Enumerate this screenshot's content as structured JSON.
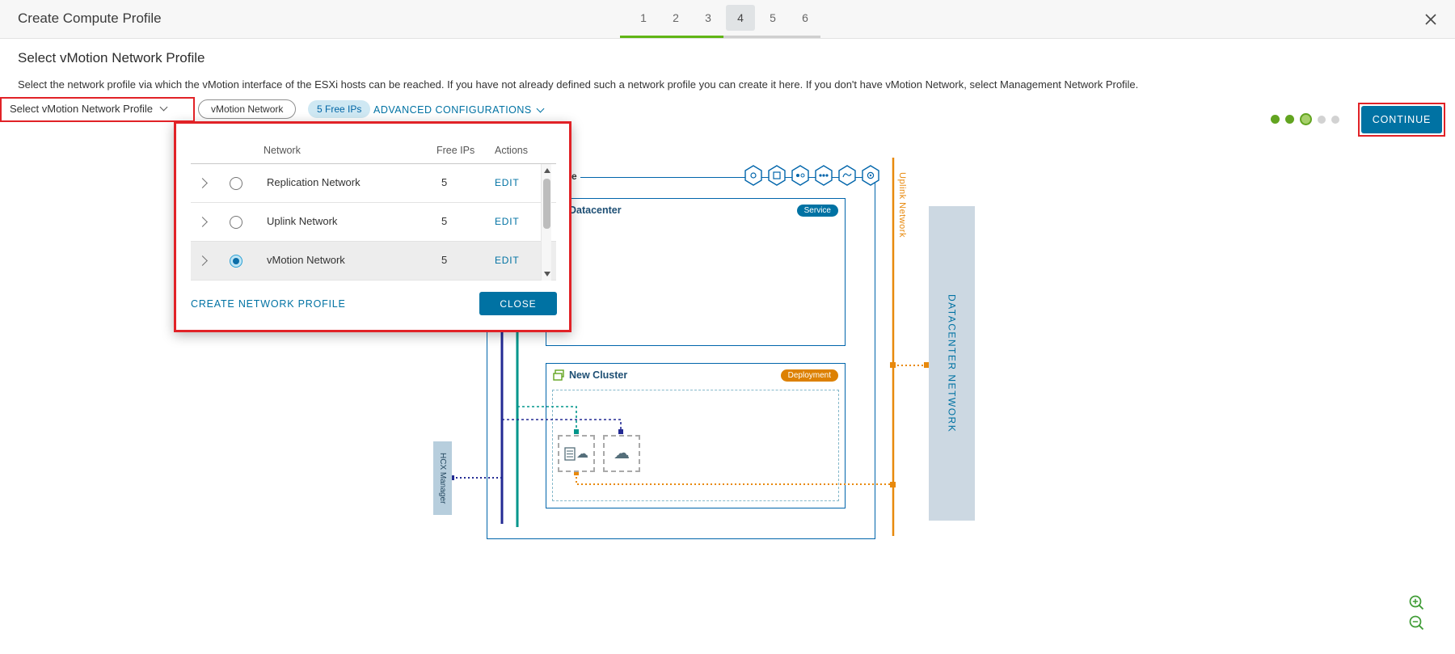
{
  "header": {
    "title": "Create Compute Profile",
    "steps": [
      "1",
      "2",
      "3",
      "4",
      "5",
      "6"
    ],
    "active_step": "4"
  },
  "page": {
    "heading": "Select vMotion Network Profile",
    "description": "Select the network profile via which the vMotion interface of the ESXi hosts can be reached. If you have not already defined such a network profile you can create it here. If you don't have vMotion Network, select Management Network Profile.",
    "selector_label": "Select vMotion Network Profile",
    "selected_network_pill": "vMotion Network",
    "free_ips_badge": "5 Free IPs",
    "advanced_configurations_label": "ADVANCED CONFIGURATIONS",
    "continue_label": "CONTINUE"
  },
  "network_dropdown": {
    "columns": {
      "network": "Network",
      "free_ips": "Free IPs",
      "actions": "Actions"
    },
    "rows": [
      {
        "name": "Replication Network",
        "free_ips": "5",
        "action": "EDIT",
        "selected": false
      },
      {
        "name": "Uplink Network",
        "free_ips": "5",
        "action": "EDIT",
        "selected": false
      },
      {
        "name": "vMotion Network",
        "free_ips": "5",
        "action": "EDIT",
        "selected": true
      }
    ],
    "create_link": "CREATE NETWORK PROFILE",
    "close_label": "CLOSE"
  },
  "canvas_pagination": {
    "total_dots": 5,
    "completed": 2,
    "current_index": 2
  },
  "diagram": {
    "partial_site_label": "e",
    "datacenter_label": "Datacenter",
    "datacenter_badge": "Service",
    "cluster_label": "New Cluster",
    "cluster_badge": "Deployment",
    "hcx_manager_label": "HCX Manager",
    "uplink_network_label": "Uplink Network",
    "datacenter_network_label": "DATACENTER NETWORK"
  },
  "colors": {
    "accent_blue": "#0072a3",
    "annotation_red": "#e12227",
    "progress_green": "#60b515",
    "diagram_blue": "#0065ab",
    "orange_line": "#e8890c",
    "teal_line": "#00968b",
    "navy_line": "#232a93"
  }
}
